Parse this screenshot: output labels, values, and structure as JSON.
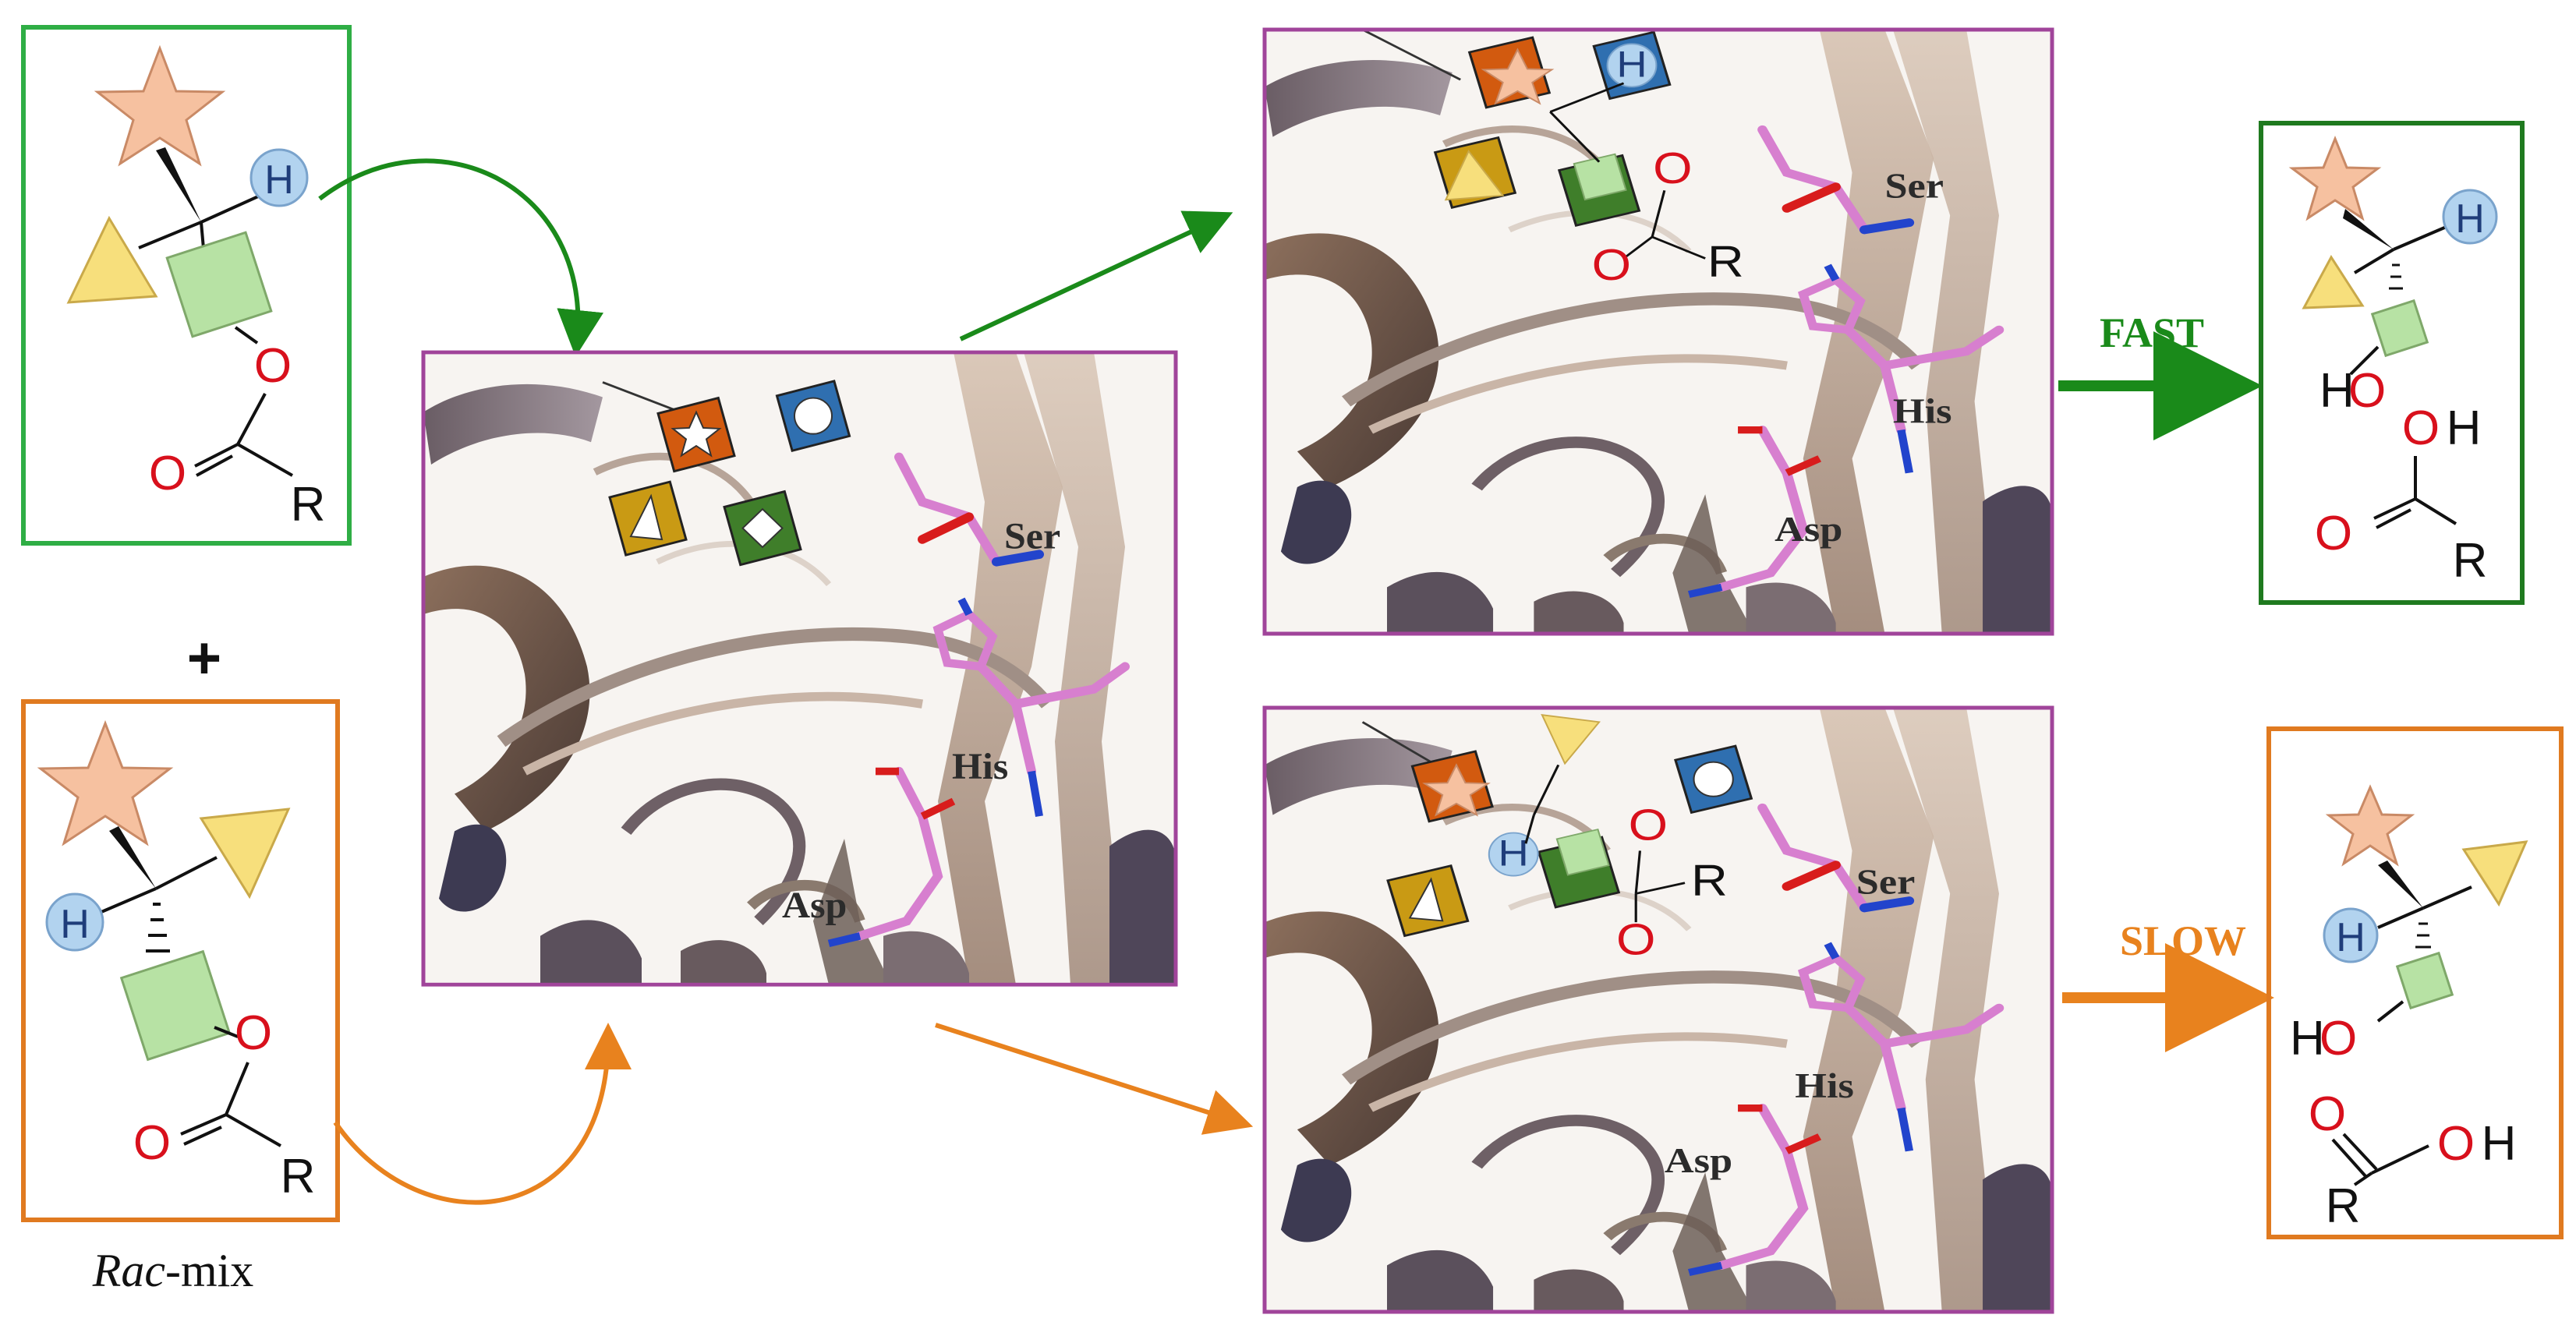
{
  "labels": {
    "plus": "+",
    "rac_italic": "Rac",
    "rac_rest": "-mix",
    "fast": "FAST",
    "slow": "SLOW",
    "ser": "Ser",
    "his": "His",
    "asp": "Asp",
    "atom_H": "H",
    "atom_O": "O",
    "atom_R": "R"
  },
  "colors": {
    "fast_path": "#1a8a1a",
    "slow_path": "#e8821e",
    "enzyme_frame": "#a0449a",
    "green_box": "#2fae45",
    "orange_box": "#e07a20",
    "star": "#f6c1a0",
    "triangle": "#f7df7c",
    "square": "#b7e2a4",
    "h_circle": "#b2d3ef",
    "oxygen": "#d8101c"
  },
  "icons": [
    "star-substituent-icon",
    "triangle-substituent-icon",
    "square-substituent-icon",
    "hydrogen-circle-icon"
  ]
}
